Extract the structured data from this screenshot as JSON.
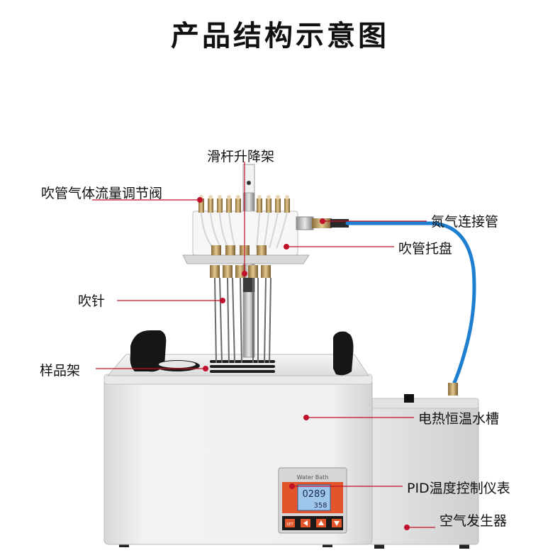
{
  "title": "产品结构示意图",
  "labels": {
    "slide_rod_lift_frame": "滑杆升降架",
    "gas_flow_valve": "吹管气体流量调节阀",
    "nitrogen_connector": "氮气连接管",
    "blow_tube_tray": "吹管托盘",
    "blow_needle": "吹针",
    "sample_rack": "样品架",
    "water_bath": "电热恒温水槽",
    "pid_controller": "PID温度控制仪表",
    "air_generator": "空气发生器"
  },
  "panel": {
    "brand": "Water Bath",
    "top_value": "0289",
    "bottom_value": "358",
    "btn_set": "SET"
  },
  "colors": {
    "leader_line": "#c0102a",
    "tube_blue": "#1e7fd0",
    "body": "#ececec",
    "panel_orange": "#e2552a"
  }
}
